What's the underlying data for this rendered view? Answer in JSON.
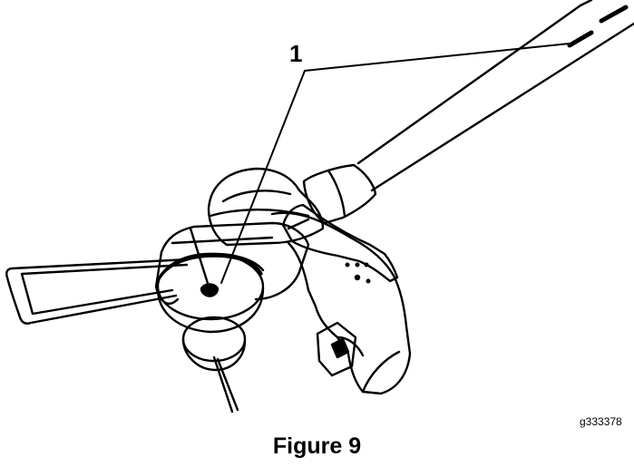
{
  "figure": {
    "callout_number": "1",
    "graphic_id": "g333378",
    "caption": "Figure 9"
  },
  "colors": {
    "ink": "#000000",
    "background": "#ffffff"
  }
}
